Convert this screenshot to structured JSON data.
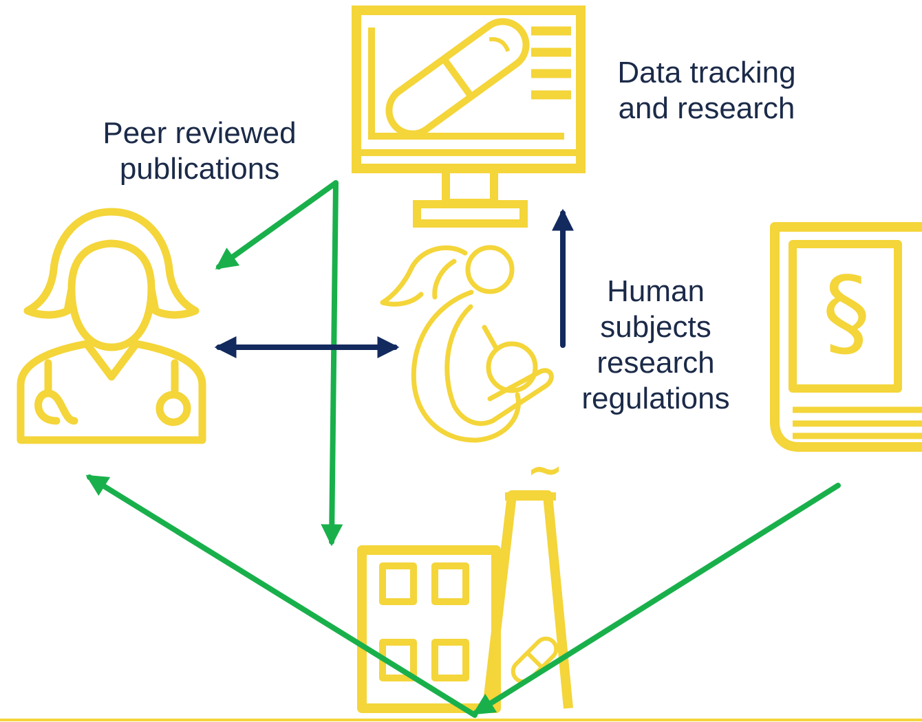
{
  "colors": {
    "icon_yellow": "#f4d53a",
    "green_arrow": "#19b04b",
    "navy_arrow": "#132a5e",
    "text": "#1b2a48"
  },
  "labels": {
    "data_tracking": [
      "Data tracking",
      "and research"
    ],
    "peer_reviewed": [
      "Peer reviewed",
      "publications"
    ],
    "human_subjects": [
      "Human",
      "subjects",
      "research",
      "regulations"
    ]
  },
  "icons": {
    "monitor": "monitor-pill-chart-icon",
    "doctor": "doctor-stethoscope-icon",
    "mother": "mother-breastfeeding-icon",
    "law_book": "law-book-icon",
    "factory": "pharma-factory-icon",
    "section_symbol": "§",
    "smoke_symbol": "~"
  }
}
